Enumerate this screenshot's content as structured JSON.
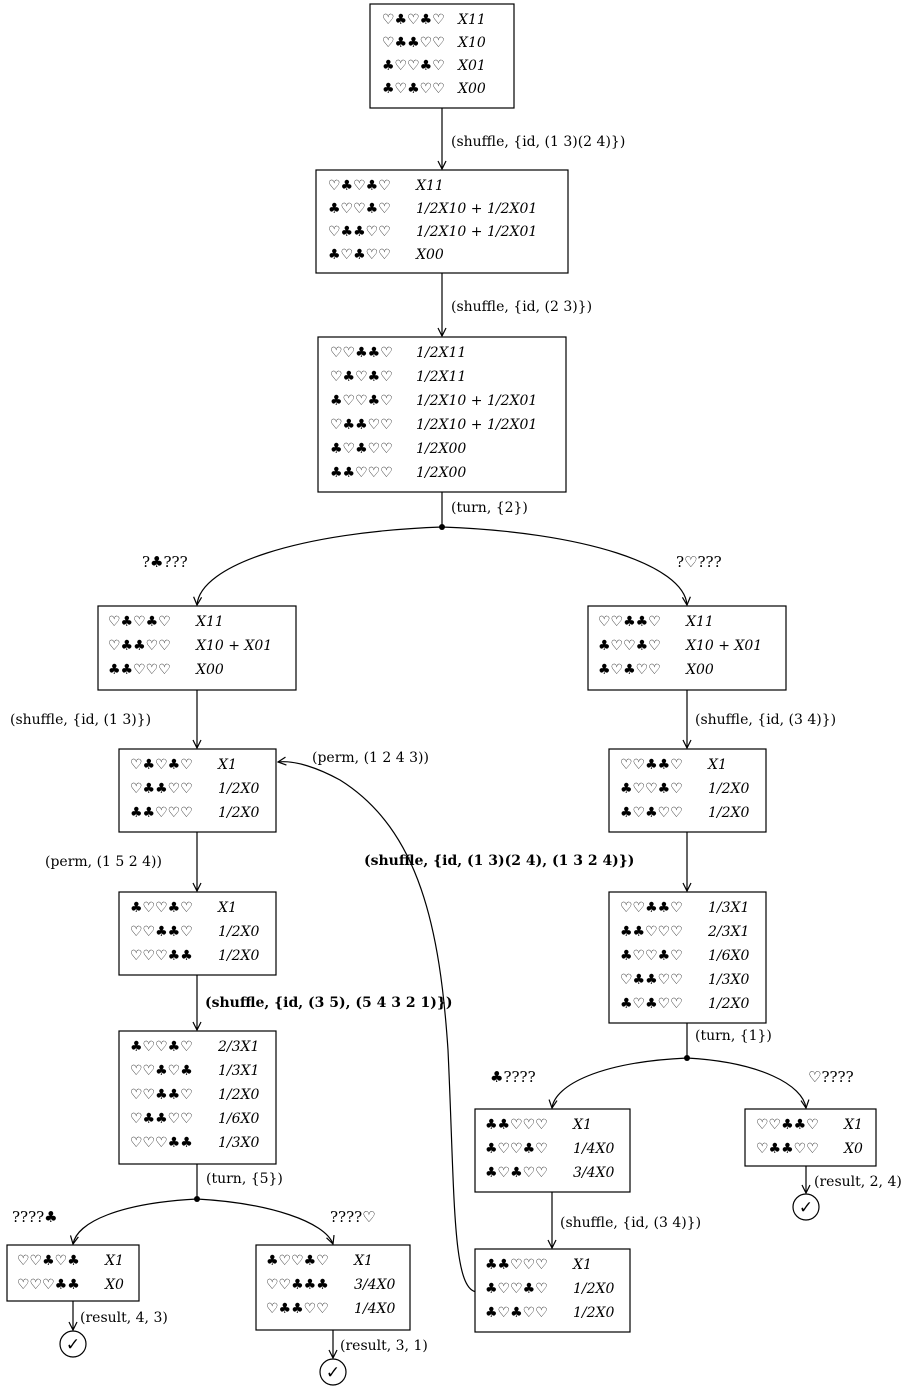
{
  "nodes": [
    {
      "id": "n0",
      "rows": [
        {
          "cards": "♡♣♡♣♡",
          "expr": "X11"
        },
        {
          "cards": "♡♣♣♡♡",
          "expr": "X10"
        },
        {
          "cards": "♣♡♡♣♡",
          "expr": "X01"
        },
        {
          "cards": "♣♡♣♡♡",
          "expr": "X00"
        }
      ]
    },
    {
      "id": "n1",
      "rows": [
        {
          "cards": "♡♣♡♣♡",
          "expr": "X11"
        },
        {
          "cards": "♣♡♡♣♡",
          "expr": "1/2X10 + 1/2X01"
        },
        {
          "cards": "♡♣♣♡♡",
          "expr": "1/2X10 + 1/2X01"
        },
        {
          "cards": "♣♡♣♡♡",
          "expr": "X00"
        }
      ]
    },
    {
      "id": "n2",
      "rows": [
        {
          "cards": "♡♡♣♣♡",
          "expr": "1/2X11"
        },
        {
          "cards": "♡♣♡♣♡",
          "expr": "1/2X11"
        },
        {
          "cards": "♣♡♡♣♡",
          "expr": "1/2X10 + 1/2X01"
        },
        {
          "cards": "♡♣♣♡♡",
          "expr": "1/2X10 + 1/2X01"
        },
        {
          "cards": "♣♡♣♡♡",
          "expr": "1/2X00"
        },
        {
          "cards": "♣♣♡♡♡",
          "expr": "1/2X00"
        }
      ]
    },
    {
      "id": "nL1",
      "rows": [
        {
          "cards": "♡♣♡♣♡",
          "expr": "X11"
        },
        {
          "cards": "♡♣♣♡♡",
          "expr": "X10 + X01"
        },
        {
          "cards": "♣♣♡♡♡",
          "expr": "X00"
        }
      ]
    },
    {
      "id": "nR1",
      "rows": [
        {
          "cards": "♡♡♣♣♡",
          "expr": "X11"
        },
        {
          "cards": "♣♡♡♣♡",
          "expr": "X10 + X01"
        },
        {
          "cards": "♣♡♣♡♡",
          "expr": "X00"
        }
      ]
    },
    {
      "id": "nL2",
      "rows": [
        {
          "cards": "♡♣♡♣♡",
          "expr": "X1"
        },
        {
          "cards": "♡♣♣♡♡",
          "expr": "1/2X0"
        },
        {
          "cards": "♣♣♡♡♡",
          "expr": "1/2X0"
        }
      ]
    },
    {
      "id": "nR2",
      "rows": [
        {
          "cards": "♡♡♣♣♡",
          "expr": "X1"
        },
        {
          "cards": "♣♡♡♣♡",
          "expr": "1/2X0"
        },
        {
          "cards": "♣♡♣♡♡",
          "expr": "1/2X0"
        }
      ]
    },
    {
      "id": "nL3",
      "rows": [
        {
          "cards": "♣♡♡♣♡",
          "expr": "X1"
        },
        {
          "cards": "♡♡♣♣♡",
          "expr": "1/2X0"
        },
        {
          "cards": "♡♡♡♣♣",
          "expr": "1/2X0"
        }
      ]
    },
    {
      "id": "nR3",
      "rows": [
        {
          "cards": "♡♡♣♣♡",
          "expr": "1/3X1"
        },
        {
          "cards": "♣♣♡♡♡",
          "expr": "2/3X1"
        },
        {
          "cards": "♣♡♡♣♡",
          "expr": "1/6X0"
        },
        {
          "cards": "♡♣♣♡♡",
          "expr": "1/3X0"
        },
        {
          "cards": "♣♡♣♡♡",
          "expr": "1/2X0"
        }
      ]
    },
    {
      "id": "nL4",
      "rows": [
        {
          "cards": "♣♡♡♣♡",
          "expr": "2/3X1"
        },
        {
          "cards": "♡♡♣♡♣",
          "expr": "1/3X1"
        },
        {
          "cards": "♡♡♣♣♡",
          "expr": "1/2X0"
        },
        {
          "cards": "♡♣♣♡♡",
          "expr": "1/6X0"
        },
        {
          "cards": "♡♡♡♣♣",
          "expr": "1/3X0"
        }
      ]
    },
    {
      "id": "nRL",
      "rows": [
        {
          "cards": "♣♣♡♡♡",
          "expr": "X1"
        },
        {
          "cards": "♣♡♡♣♡",
          "expr": "1/4X0"
        },
        {
          "cards": "♣♡♣♡♡",
          "expr": "3/4X0"
        }
      ]
    },
    {
      "id": "nRR",
      "rows": [
        {
          "cards": "♡♡♣♣♡",
          "expr": "X1"
        },
        {
          "cards": "♡♣♣♡♡",
          "expr": "X0"
        }
      ]
    },
    {
      "id": "nRL2",
      "rows": [
        {
          "cards": "♣♣♡♡♡",
          "expr": "X1"
        },
        {
          "cards": "♣♡♡♣♡",
          "expr": "1/2X0"
        },
        {
          "cards": "♣♡♣♡♡",
          "expr": "1/2X0"
        }
      ]
    },
    {
      "id": "nLL",
      "rows": [
        {
          "cards": "♡♡♣♡♣",
          "expr": "X1"
        },
        {
          "cards": "♡♡♡♣♣",
          "expr": "X0"
        }
      ]
    },
    {
      "id": "nLR",
      "rows": [
        {
          "cards": "♣♡♡♣♡",
          "expr": "X1"
        },
        {
          "cards": "♡♡♣♣♣",
          "expr": "3/4X0"
        },
        {
          "cards": "♡♣♣♡♡",
          "expr": "1/4X0"
        }
      ]
    }
  ],
  "edge_labels": [
    {
      "id": "e0",
      "text": "(shuffle, {id, (1 3)(2 4)})"
    },
    {
      "id": "e1",
      "text": "(shuffle, {id, (2 3)})"
    },
    {
      "id": "e2",
      "text": "(turn, {2})"
    },
    {
      "id": "e3",
      "text": "(shuffle, {id, (1 3)})"
    },
    {
      "id": "e4",
      "text": "(shuffle, {id, (3 4)})"
    },
    {
      "id": "e5",
      "text": "(perm, (1 5 2 4))"
    },
    {
      "id": "e6",
      "text": "(perm, (1 2 4 3))"
    },
    {
      "id": "e7",
      "text": "(shuffle, {id, (1 3)(2 4), (1 3 2 4)})"
    },
    {
      "id": "e8",
      "text": "(shuffle, {id, (3 5), (5 4 3 2 1)})"
    },
    {
      "id": "e9",
      "text": "(turn, {1})"
    },
    {
      "id": "e10",
      "text": "(turn, {5})"
    },
    {
      "id": "e11",
      "text": "(shuffle, {id, (3 4)})"
    },
    {
      "id": "e12",
      "text": "(result, 2, 4)"
    },
    {
      "id": "e13",
      "text": "(result, 4, 3)"
    },
    {
      "id": "e14",
      "text": "(result, 3, 1)"
    }
  ],
  "branch_labels": [
    {
      "id": "b0",
      "text": "?♣???"
    },
    {
      "id": "b1",
      "text": "?♡???"
    },
    {
      "id": "b2",
      "text": "♣????"
    },
    {
      "id": "b3",
      "text": "♡????"
    },
    {
      "id": "b4",
      "text": "????♣"
    },
    {
      "id": "b5",
      "text": "????♡"
    }
  ],
  "result_symbol": "✓"
}
